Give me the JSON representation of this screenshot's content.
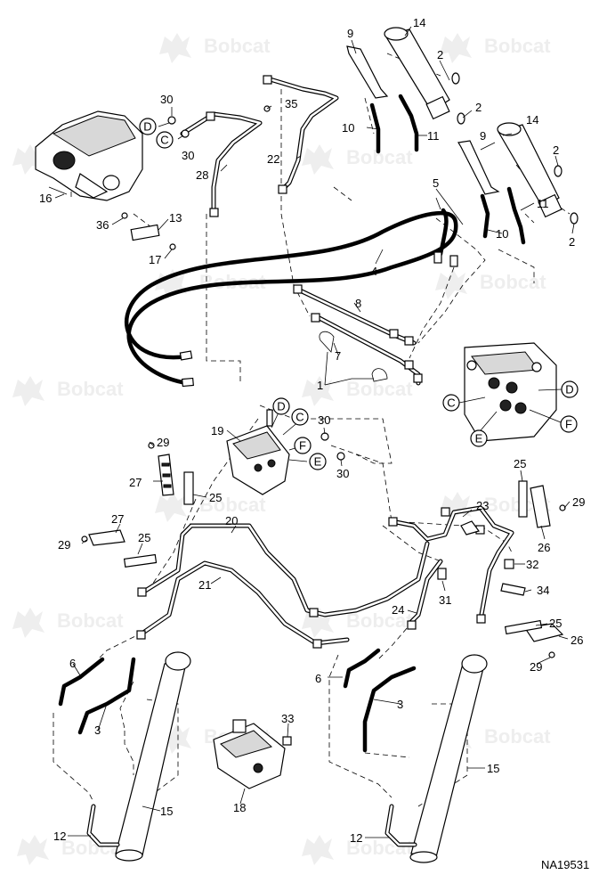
{
  "watermark": "Bobcat",
  "figure_code": "NA19531",
  "callouts": [
    {
      "id": "c1",
      "text": "1"
    },
    {
      "id": "c2a",
      "text": "2"
    },
    {
      "id": "c2b",
      "text": "2"
    },
    {
      "id": "c2c",
      "text": "2"
    },
    {
      "id": "c2d",
      "text": "2"
    },
    {
      "id": "c3a",
      "text": "3"
    },
    {
      "id": "c3b",
      "text": "3"
    },
    {
      "id": "c4",
      "text": "4"
    },
    {
      "id": "c5",
      "text": "5"
    },
    {
      "id": "c6a",
      "text": "6"
    },
    {
      "id": "c6b",
      "text": "6"
    },
    {
      "id": "c7",
      "text": "7"
    },
    {
      "id": "c8",
      "text": "8"
    },
    {
      "id": "c9a",
      "text": "9"
    },
    {
      "id": "c9b",
      "text": "9"
    },
    {
      "id": "c10a",
      "text": "10"
    },
    {
      "id": "c10b",
      "text": "10"
    },
    {
      "id": "c11a",
      "text": "11"
    },
    {
      "id": "c11b",
      "text": "11"
    },
    {
      "id": "c12a",
      "text": "12"
    },
    {
      "id": "c12b",
      "text": "12"
    },
    {
      "id": "c13",
      "text": "13"
    },
    {
      "id": "c14a",
      "text": "14"
    },
    {
      "id": "c14b",
      "text": "14"
    },
    {
      "id": "c15a",
      "text": "15"
    },
    {
      "id": "c15b",
      "text": "15"
    },
    {
      "id": "c16",
      "text": "16"
    },
    {
      "id": "c17",
      "text": "17"
    },
    {
      "id": "c18",
      "text": "18"
    },
    {
      "id": "c19",
      "text": "19"
    },
    {
      "id": "c20",
      "text": "20"
    },
    {
      "id": "c21",
      "text": "21"
    },
    {
      "id": "c22",
      "text": "22"
    },
    {
      "id": "c23",
      "text": "23"
    },
    {
      "id": "c24",
      "text": "24"
    },
    {
      "id": "c25a",
      "text": "25"
    },
    {
      "id": "c25b",
      "text": "25"
    },
    {
      "id": "c25c",
      "text": "25"
    },
    {
      "id": "c25d",
      "text": "25"
    },
    {
      "id": "c26a",
      "text": "26"
    },
    {
      "id": "c26b",
      "text": "26"
    },
    {
      "id": "c27a",
      "text": "27"
    },
    {
      "id": "c27b",
      "text": "27"
    },
    {
      "id": "c28",
      "text": "28"
    },
    {
      "id": "c29a",
      "text": "29"
    },
    {
      "id": "c29b",
      "text": "29"
    },
    {
      "id": "c29c",
      "text": "29"
    },
    {
      "id": "c29d",
      "text": "29"
    },
    {
      "id": "c30a",
      "text": "30"
    },
    {
      "id": "c30b",
      "text": "30"
    },
    {
      "id": "c30c",
      "text": "30"
    },
    {
      "id": "c30d",
      "text": "30"
    },
    {
      "id": "c31",
      "text": "31"
    },
    {
      "id": "c32",
      "text": "32"
    },
    {
      "id": "c33",
      "text": "33"
    },
    {
      "id": "c34",
      "text": "34"
    },
    {
      "id": "c35",
      "text": "35"
    },
    {
      "id": "c36",
      "text": "36"
    }
  ],
  "ports": [
    {
      "id": "pD1",
      "text": "D"
    },
    {
      "id": "pC1",
      "text": "C"
    },
    {
      "id": "pD2",
      "text": "D"
    },
    {
      "id": "pC2",
      "text": "C"
    },
    {
      "id": "pF1",
      "text": "F"
    },
    {
      "id": "pE1",
      "text": "E"
    },
    {
      "id": "pC3",
      "text": "C"
    },
    {
      "id": "pD3",
      "text": "D"
    },
    {
      "id": "pF2",
      "text": "F"
    },
    {
      "id": "pE2",
      "text": "E"
    }
  ]
}
